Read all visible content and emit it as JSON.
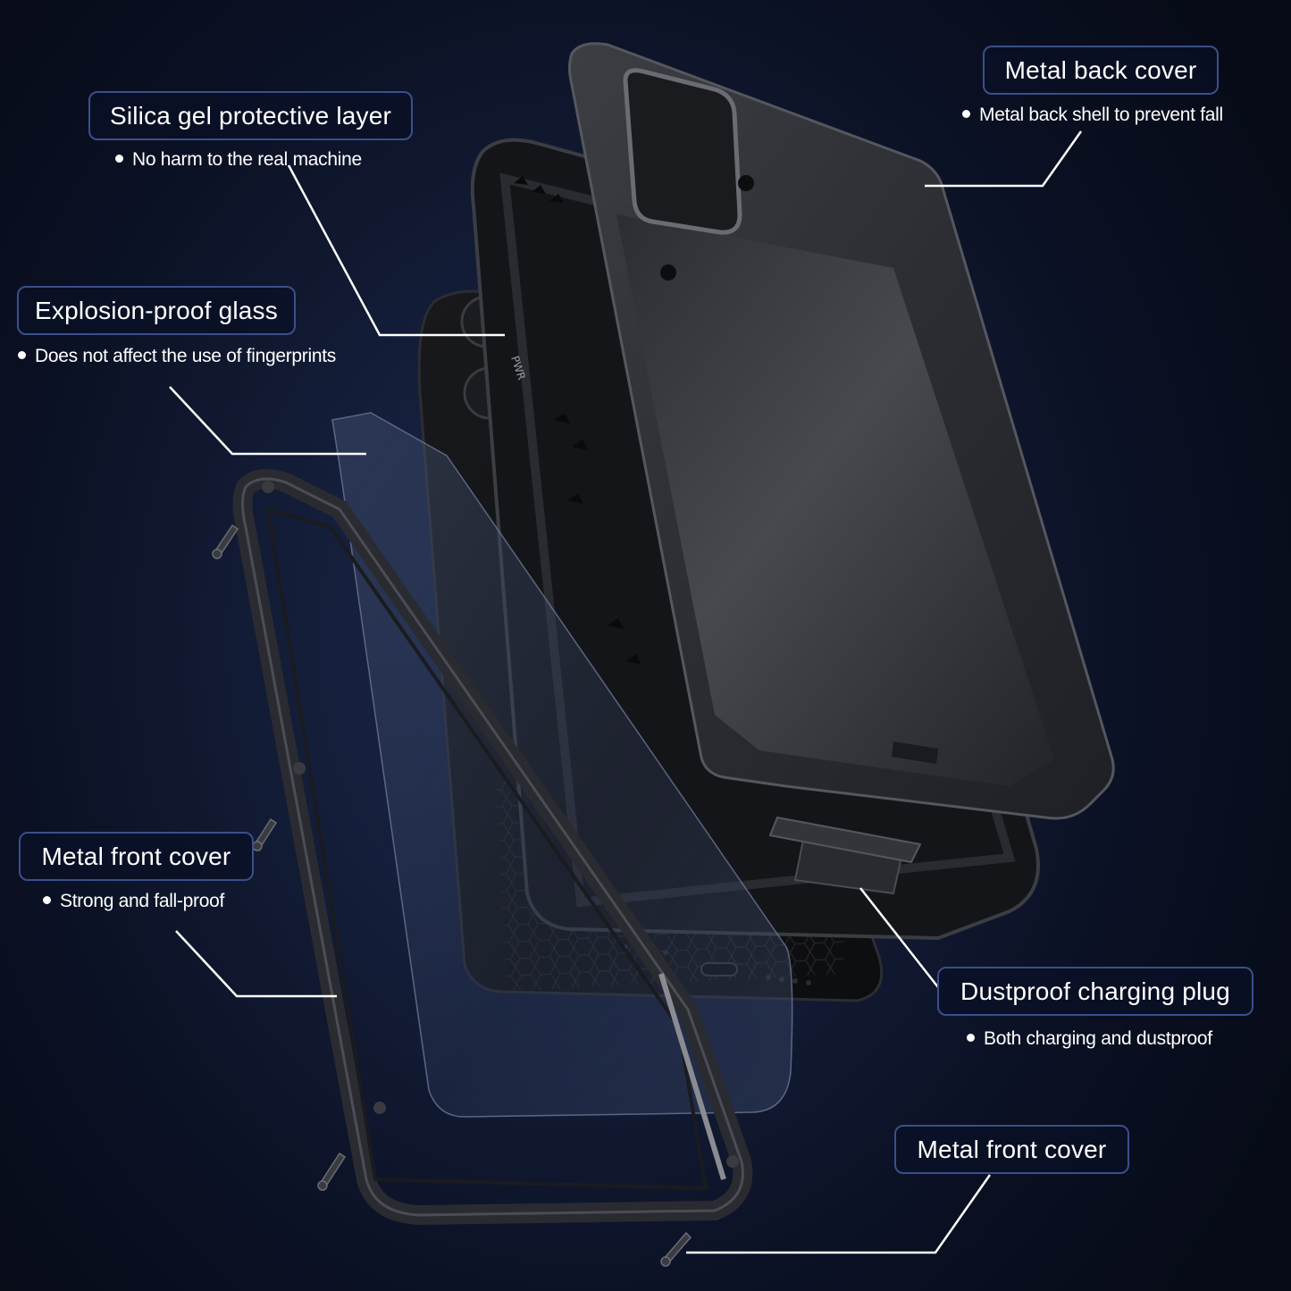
{
  "callouts": {
    "back_cover": {
      "title": "Metal back cover",
      "bullet": "Metal back shell to prevent fall"
    },
    "silica_layer": {
      "title": "Silica gel protective layer",
      "bullet": "No harm to the real machine"
    },
    "glass": {
      "title": "Explosion-proof glass",
      "bullet": "Does not affect the use of fingerprints"
    },
    "front_cover_left": {
      "title": "Metal front cover",
      "bullet": "Strong and fall-proof"
    },
    "charging_plug": {
      "title": "Dustproof charging plug",
      "bullet": "Both charging and dustproof"
    },
    "front_cover_right": {
      "title": "Metal front cover"
    }
  },
  "colors": {
    "background": "#0b1124",
    "label_border": "#3a4f8a",
    "leader_line": "#ffffff",
    "metal_dark": "#1c1d21",
    "metal_mid": "#2d2f35",
    "metal_light": "#4a4d55"
  }
}
